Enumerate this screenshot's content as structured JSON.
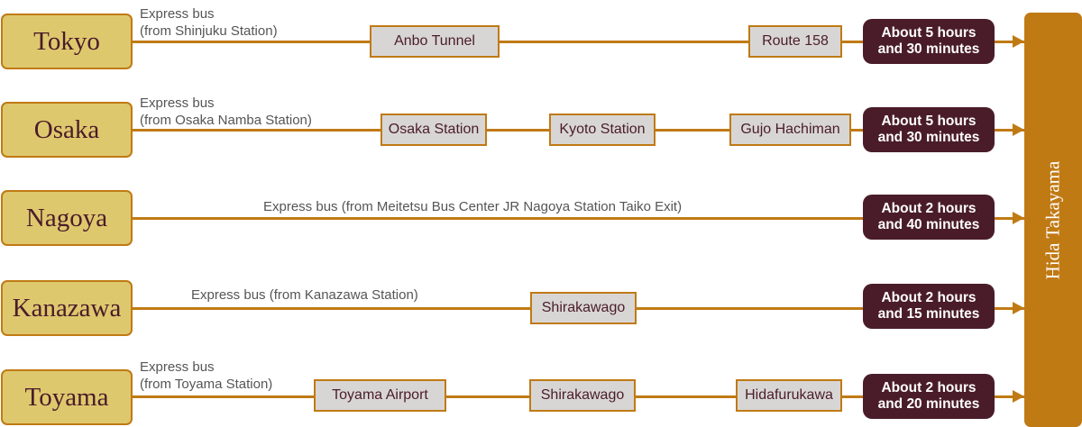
{
  "destination": {
    "label": "Hida Takayama"
  },
  "routes": [
    {
      "origin": "Tokyo",
      "mode_line1": "Express bus",
      "mode_line2": "(from Shinjuku Station)",
      "stops": [
        "Anbo Tunnel",
        "Route 158"
      ],
      "duration_line1": "About 5 hours",
      "duration_line2": "and 30 minutes"
    },
    {
      "origin": "Osaka",
      "mode_line1": "Express bus",
      "mode_line2": "(from Osaka Namba Station)",
      "stops": [
        "Osaka Station",
        "Kyoto Station",
        "Gujo Hachiman"
      ],
      "duration_line1": "About 5 hours",
      "duration_line2": "and 30 minutes"
    },
    {
      "origin": "Nagoya",
      "mode_line1": "Express bus (from Meitetsu Bus Center JR Nagoya Station Taiko Exit)",
      "stops": [],
      "duration_line1": "About 2 hours",
      "duration_line2": "and 40 minutes"
    },
    {
      "origin": "Kanazawa",
      "mode_line1": "Express bus (from Kanazawa Station)",
      "stops": [
        "Shirakawago"
      ],
      "duration_line1": "About 2 hours",
      "duration_line2": "and 15 minutes"
    },
    {
      "origin": "Toyama",
      "mode_line1": "Express bus",
      "mode_line2": "(from Toyama Station)",
      "stops": [
        "Toyama Airport",
        "Shirakawago",
        "Hidafurukawa"
      ],
      "duration_line1": "About 2 hours",
      "duration_line2": "and 20 minutes"
    }
  ],
  "colors": {
    "line": "#c07a14",
    "origin_fill": "#dec86e",
    "duration_fill": "#4a1c2a",
    "stop_fill": "#d8d6d5",
    "text_dark": "#4a1c2a"
  }
}
